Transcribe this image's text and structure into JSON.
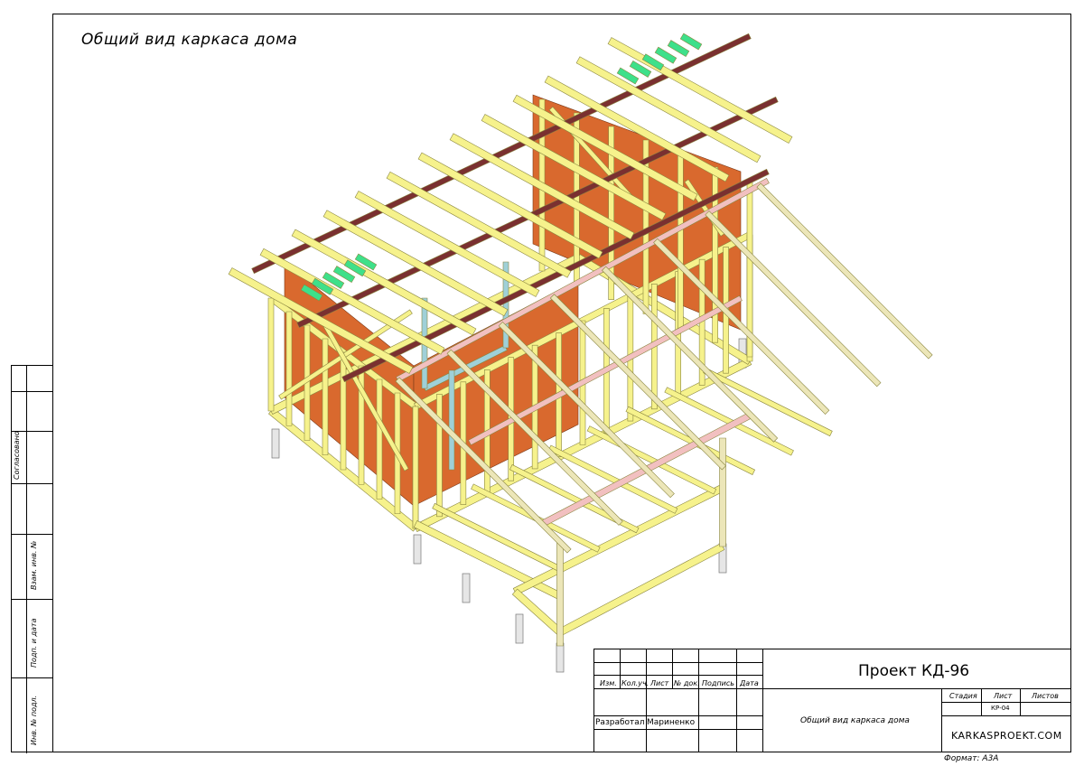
{
  "sheet": {
    "title": "Общий вид каркаса дома",
    "format": "Формат: А3А"
  },
  "left_strip": {
    "agreed": "Согласовано",
    "inv_no_repl": "Взам. инв. №",
    "sign_date": "Подп. и дата",
    "inv_no_orig": "Инв. № подл."
  },
  "title_block": {
    "project": "Проект КД-96",
    "columns": [
      "Изм.",
      "Кол.уч.",
      "Лист",
      "№ док.",
      "Подпись",
      "Дата"
    ],
    "developed_label": "Разработал",
    "developed_name": "Мариненко",
    "drawing_name": "Общий вид каркаса дома",
    "stage_label": "Стадия",
    "sheet_label": "Лист",
    "sheets_label": "Листов",
    "sheet_code": "КР-04",
    "site": "KARKASPROEKT.COM"
  },
  "colors": {
    "frame": "#f6f28c",
    "frame_edge": "#8a8640",
    "purlin": "#7a3030",
    "blocking": "#3ee08a",
    "window": "#9fd0d8",
    "osb": "#d9692e",
    "porch_rafter": "#ece6b8",
    "porch_beam": "#f2c0c0",
    "pile": "#e6e6e6"
  }
}
